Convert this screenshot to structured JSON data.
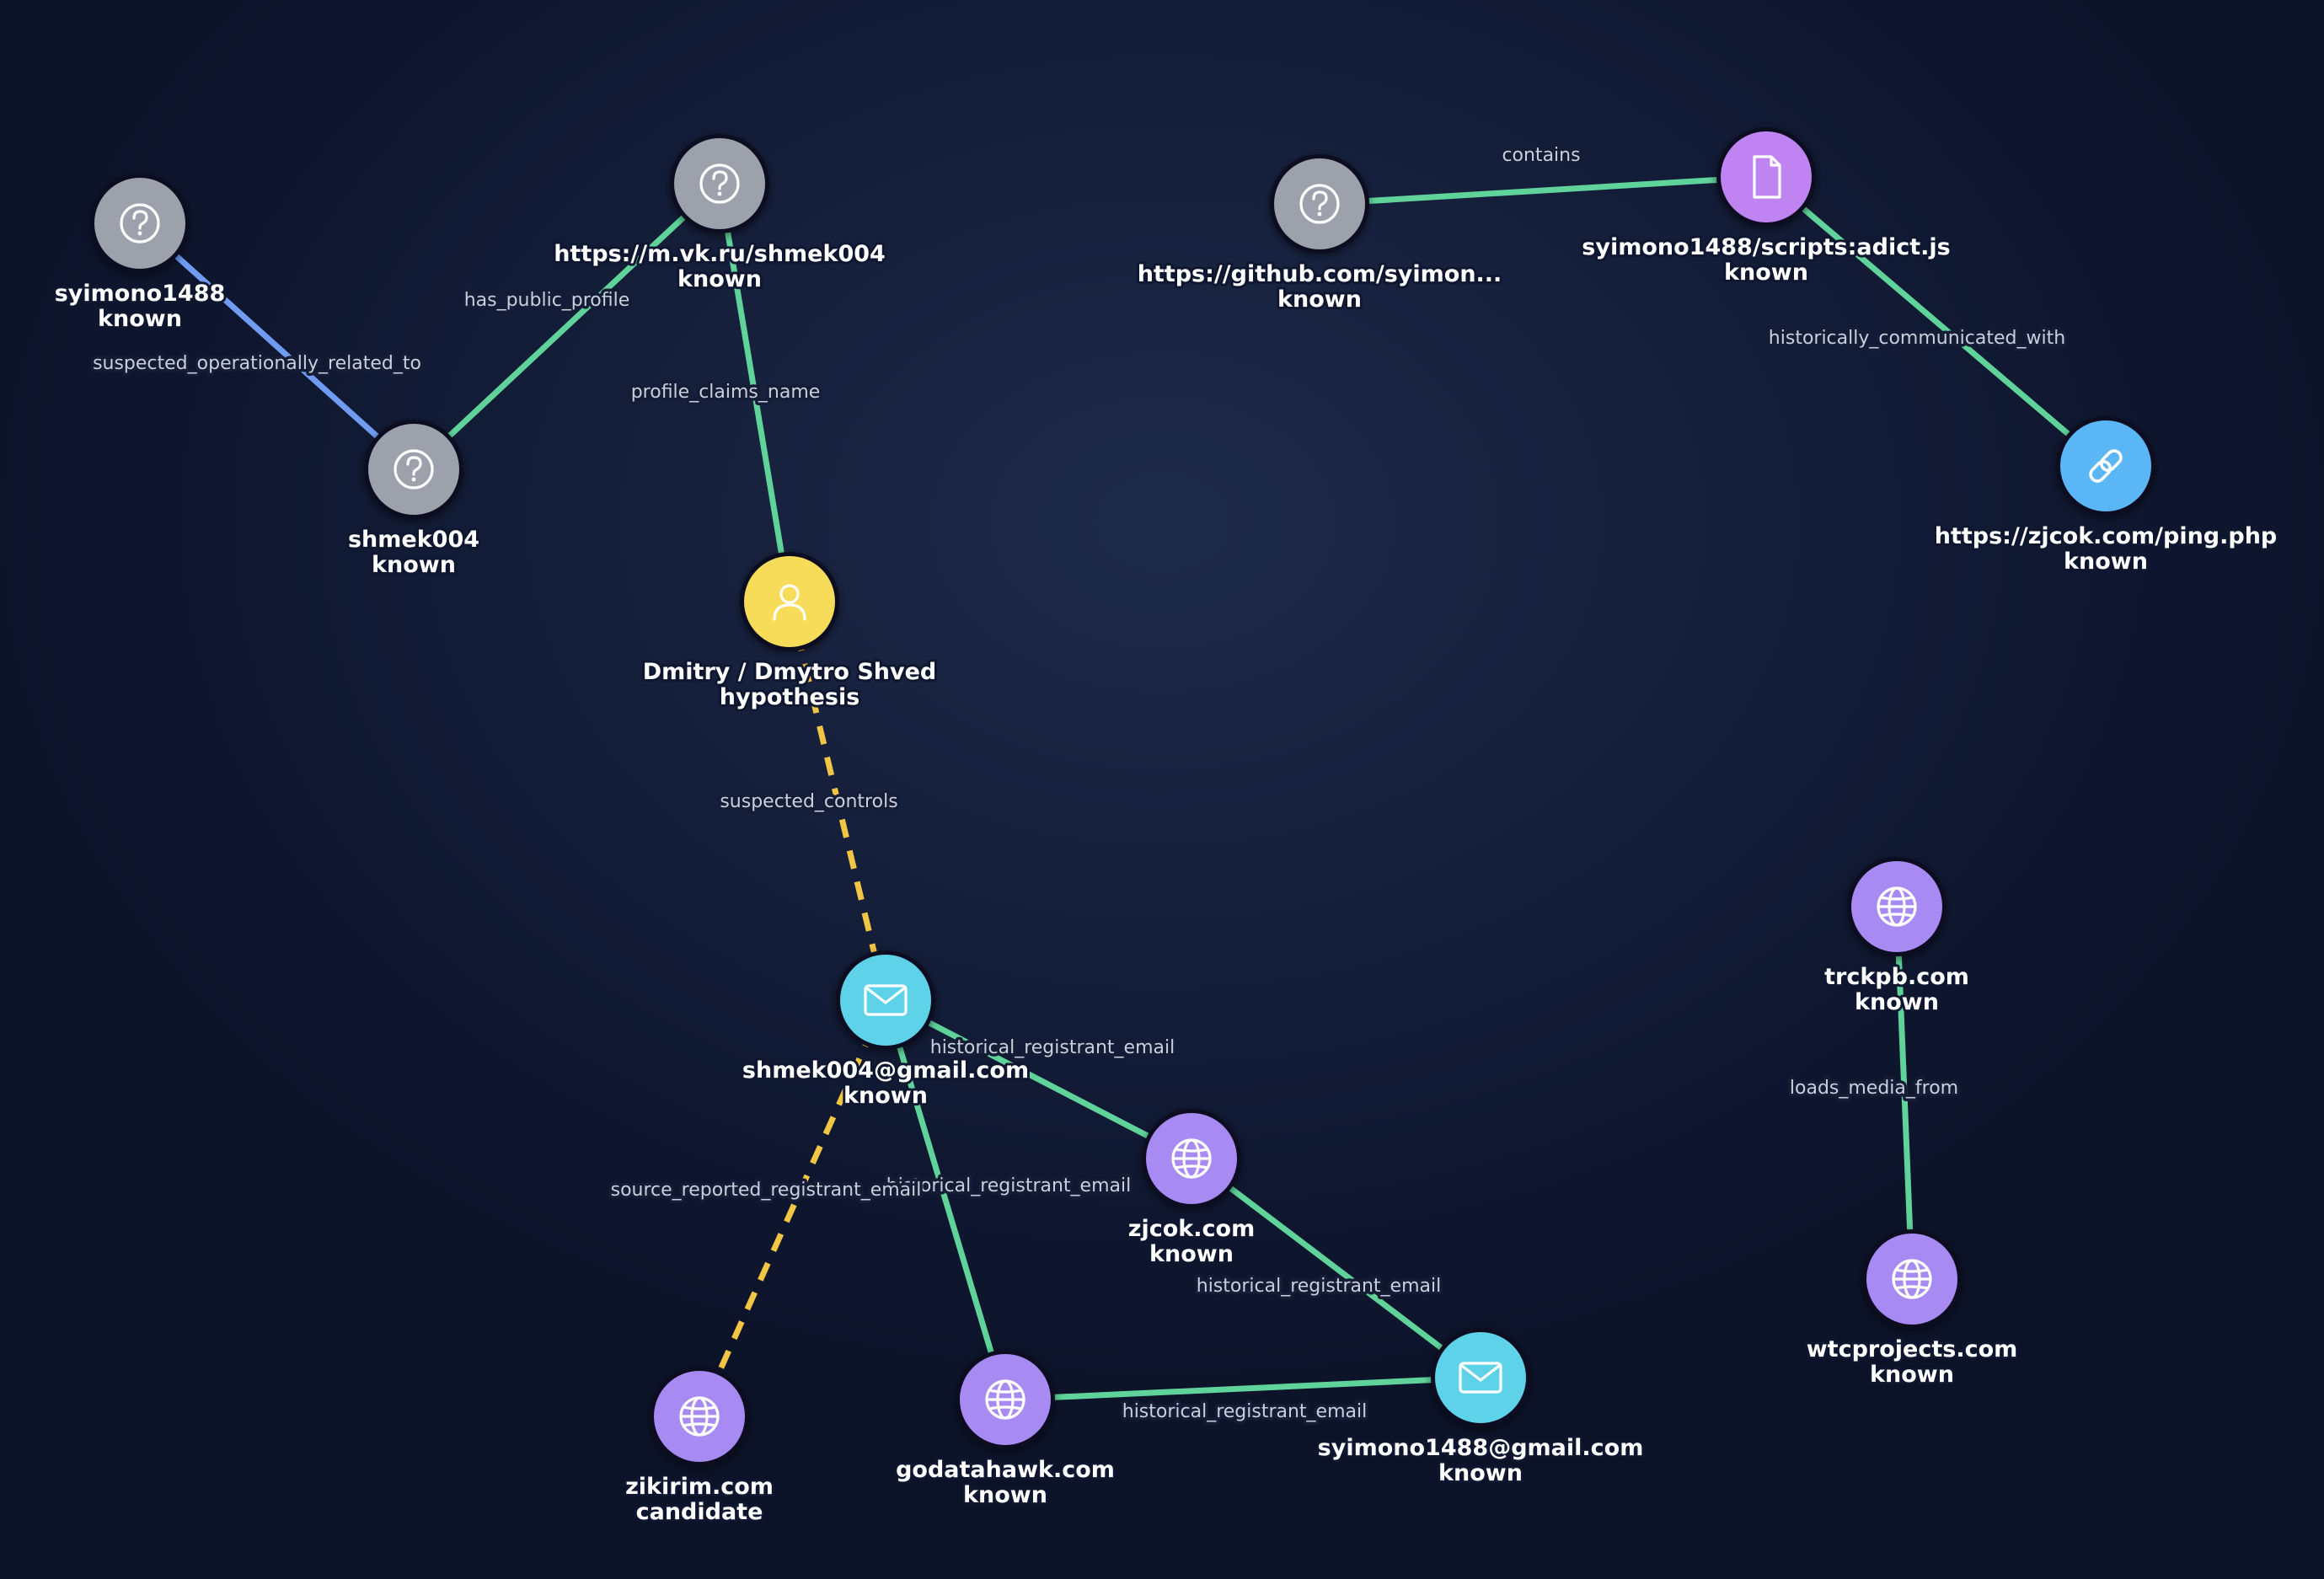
{
  "colors": {
    "unknown": "#9ca1ab",
    "person": "#f7dc5a",
    "email": "#5dd2e8",
    "domain": "#a78bf2",
    "file": "#c084f2",
    "url": "#5ab6f4",
    "edge_known": "#5fd39a",
    "edge_related": "#6f9cf2",
    "edge_hypothesis": "#f3c545"
  },
  "nodes": [
    {
      "id": "syimono1488",
      "label": "syimono1488",
      "status": "known",
      "icon": "question-icon",
      "color": "unknown"
    },
    {
      "id": "mvk",
      "label": "https://m.vk.ru/shmek004",
      "status": "known",
      "icon": "question-icon",
      "color": "unknown"
    },
    {
      "id": "shmek004",
      "label": "shmek004",
      "status": "known",
      "icon": "question-icon",
      "color": "unknown"
    },
    {
      "id": "github",
      "label": "https://github.com/syimon...",
      "status": "known",
      "icon": "question-icon",
      "color": "unknown"
    },
    {
      "id": "adictjs",
      "label": "syimono1488/scripts:adict.js",
      "status": "known",
      "icon": "file-icon",
      "color": "file"
    },
    {
      "id": "zjcokping",
      "label": "https://zjcok.com/ping.php",
      "status": "known",
      "icon": "link-icon",
      "color": "url"
    },
    {
      "id": "dmitry",
      "label": "Dmitry / Dmytro Shved",
      "status": "hypothesis",
      "icon": "person-icon",
      "color": "person"
    },
    {
      "id": "shmekgmail",
      "label": "shmek004@gmail.com",
      "status": "known",
      "icon": "mail-icon",
      "color": "email"
    },
    {
      "id": "zjcok",
      "label": "zjcok.com",
      "status": "known",
      "icon": "globe-icon",
      "color": "domain"
    },
    {
      "id": "syimonogmail",
      "label": "syimono1488@gmail.com",
      "status": "known",
      "icon": "mail-icon",
      "color": "email"
    },
    {
      "id": "godatahawk",
      "label": "godatahawk.com",
      "status": "known",
      "icon": "globe-icon",
      "color": "domain"
    },
    {
      "id": "zikirim",
      "label": "zikirim.com",
      "status": "candidate",
      "icon": "globe-icon",
      "color": "domain"
    },
    {
      "id": "trckpb",
      "label": "trckpb.com",
      "status": "known",
      "icon": "globe-icon",
      "color": "domain"
    },
    {
      "id": "wtcprojects",
      "label": "wtcprojects.com",
      "status": "known",
      "icon": "globe-icon",
      "color": "domain"
    }
  ],
  "edges": [
    {
      "from": "syimono1488",
      "to": "shmek004",
      "label": "suspected_operationally_related_to",
      "color": "edge_related",
      "style": "solid"
    },
    {
      "from": "shmek004",
      "to": "mvk",
      "label": "has_public_profile",
      "color": "edge_known",
      "style": "solid"
    },
    {
      "from": "mvk",
      "to": "dmitry",
      "label": "profile_claims_name",
      "color": "edge_known",
      "style": "solid"
    },
    {
      "from": "github",
      "to": "adictjs",
      "label": "contains",
      "color": "edge_known",
      "style": "solid"
    },
    {
      "from": "adictjs",
      "to": "zjcokping",
      "label": "historically_communicated_with",
      "color": "edge_known",
      "style": "solid"
    },
    {
      "from": "dmitry",
      "to": "shmekgmail",
      "label": "suspected_controls",
      "color": "edge_hypothesis",
      "style": "dashed"
    },
    {
      "from": "shmekgmail",
      "to": "zjcok",
      "label": "historical_registrant_email",
      "color": "edge_known",
      "style": "solid"
    },
    {
      "from": "shmekgmail",
      "to": "godatahawk",
      "label": "historical_registrant_email",
      "color": "edge_known",
      "style": "solid"
    },
    {
      "from": "shmekgmail",
      "to": "zikirim",
      "label": "source_reported_registrant_email",
      "color": "edge_hypothesis",
      "style": "dashed"
    },
    {
      "from": "zjcok",
      "to": "syimonogmail",
      "label": "historical_registrant_email",
      "color": "edge_known",
      "style": "solid"
    },
    {
      "from": "godatahawk",
      "to": "syimonogmail",
      "label": "historical_registrant_email",
      "color": "edge_known",
      "style": "solid"
    },
    {
      "from": "trckpb",
      "to": "wtcprojects",
      "label": "loads_media_from",
      "color": "edge_known",
      "style": "solid"
    }
  ]
}
